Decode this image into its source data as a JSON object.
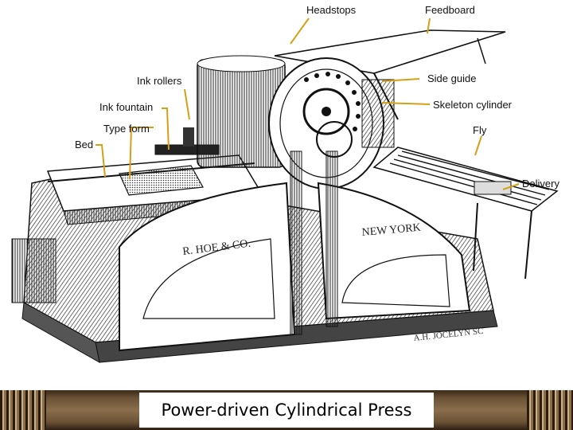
{
  "caption": "Power-driven Cylindrical Press",
  "labels": {
    "headstops": "Headstops",
    "feedboard": "Feedboard",
    "ink_rollers": "Ink rollers",
    "side_guide": "Side guide",
    "ink_fountain": "Ink fountain",
    "skeleton_cylinder": "Skeleton cylinder",
    "type_form": "Type form",
    "fly": "Fly",
    "bed": "Bed",
    "delivery": "Delivery"
  },
  "engraving_text": {
    "maker_plate": "R. HOE & CO.",
    "city_plate": "NEW YORK",
    "signature": "A.H. JOCELYN SC"
  },
  "colors": {
    "leader_line": "#d4a017",
    "ink": "#111111",
    "book_edge": "#6b5236"
  }
}
